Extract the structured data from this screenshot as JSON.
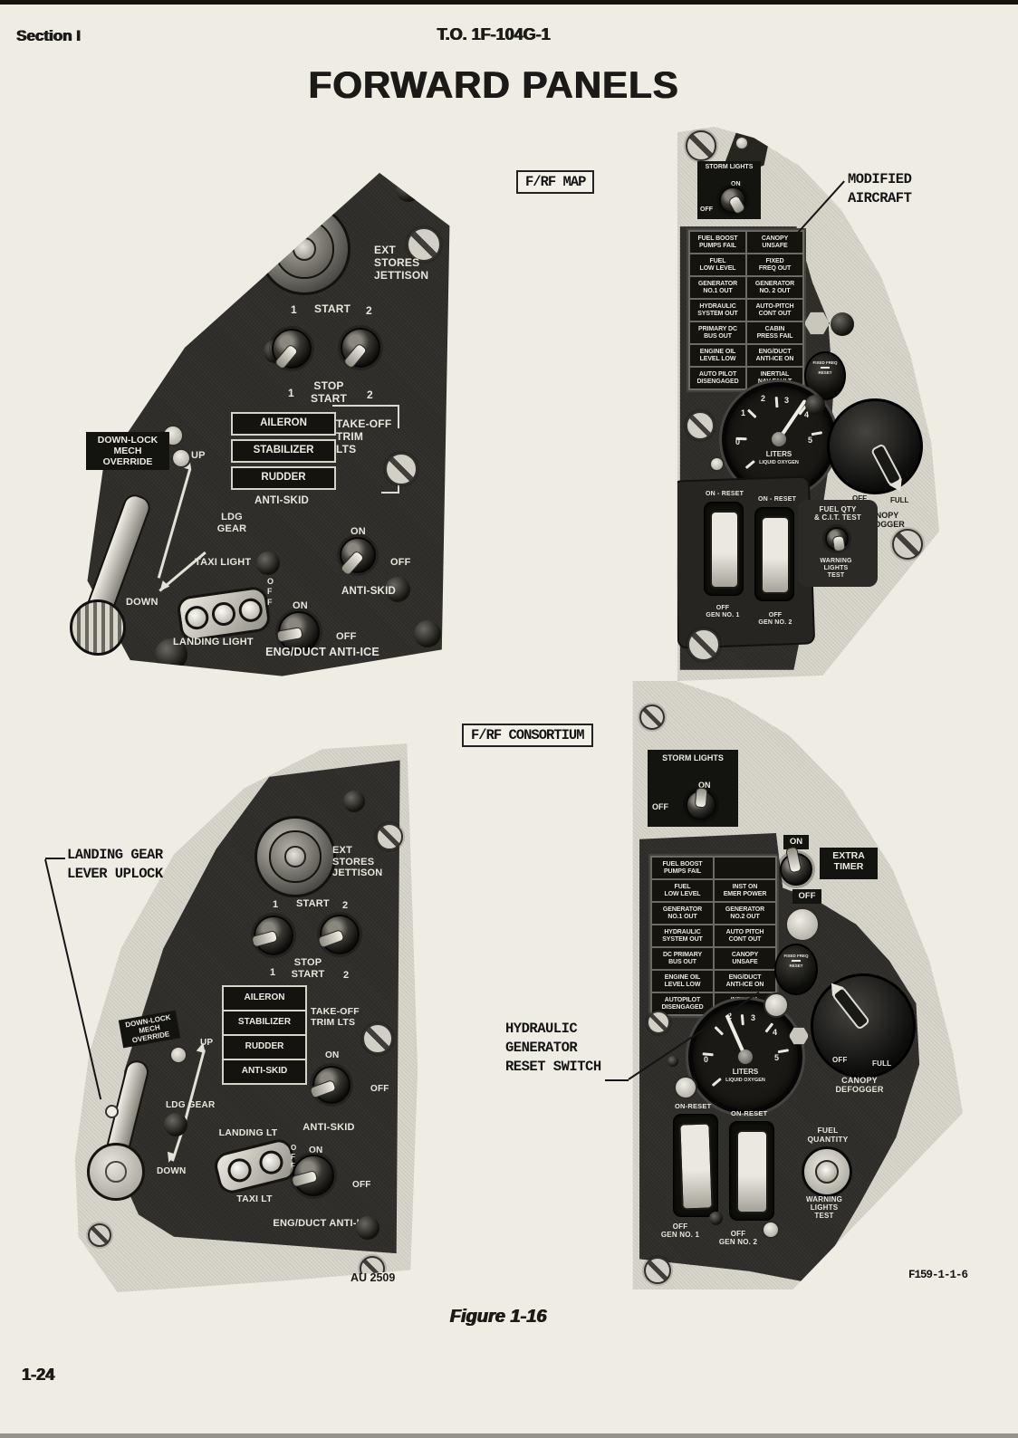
{
  "header": {
    "section": "Section I",
    "to_number": "T.O. 1F-104G-1",
    "title": "FORWARD PANELS"
  },
  "callouts": {
    "frf_map": "F/RF MAP",
    "frf_consortium": "F/RF CONSORTIUM",
    "modified_aircraft": "MODIFIED\nAIRCRAFT",
    "landing_gear_uplock": "LANDING GEAR\nLEVER UPLOCK",
    "hydraulic_reset": "HYDRAULIC\nGENERATOR\nRESET SWITCH"
  },
  "footer": {
    "figure": "Figure 1-16",
    "page": "1-24",
    "credit_left": "AU 2509",
    "credit_right": "F159-1-1-6"
  },
  "panel_map_console": {
    "ext_stores": "EXT\nSTORES\nJETTISON",
    "n1": "1",
    "start": "START",
    "n2": "2",
    "stop_start": "STOP\nSTART",
    "trim_lights": [
      "AILERON",
      "STABILIZER",
      "RUDDER",
      "ANTI-SKID"
    ],
    "takeoff_trim": "TAKE-OFF\nTRIM\nLTS",
    "downlock": "DOWN-LOCK\nMECH\nOVERRIDE",
    "up": "UP",
    "ldg_gear": "LDG\nGEAR",
    "down": "DOWN",
    "taxi_light": "TAXI LIGHT",
    "off_vert": "O\nF\nF",
    "landing_light": "LANDING LIGHT",
    "anti_skid": "ANTI-SKID",
    "on": "ON",
    "off": "OFF",
    "eng_duct": "ENG/DUCT ANTI-ICE"
  },
  "panel_map_right": {
    "storm_lights": "STORM LIGHTS",
    "on": "ON",
    "off": "OFF",
    "annunciator": [
      [
        "FUEL BOOST\nPUMPS FAIL",
        "CANOPY\nUNSAFE"
      ],
      [
        "FUEL\nLOW LEVEL",
        "FIXED\nFREQ OUT"
      ],
      [
        "GENERATOR\nNO.1 OUT",
        "GENERATOR\nNO. 2 OUT"
      ],
      [
        "HYDRAULIC\nSYSTEM OUT",
        "AUTO-PITCH\nCONT OUT"
      ],
      [
        "PRIMARY DC\nBUS OUT",
        "CABIN\nPRESS FAIL"
      ],
      [
        "ENGINE OIL\nLEVEL LOW",
        "ENG/DUCT\nANTI-ICE ON"
      ],
      [
        "AUTO PILOT\nDISENGAGED",
        "INERTIAL\nNAV FAULT"
      ]
    ],
    "fixed_freq": "FIXED FREQ",
    "reset": "RESET",
    "gauge": {
      "title": "LITERS",
      "subtitle": "LIQUID OXYGEN",
      "ticks": [
        "0",
        "1",
        "2",
        "3",
        "4",
        "5"
      ]
    },
    "defogger": {
      "off": "OFF",
      "full": "FULL",
      "label": "CANOPY\nDEFOGGER"
    },
    "on_reset": "ON - RESET",
    "gen1": "OFF\nGEN NO. 1",
    "gen2": "OFF\nGEN NO. 2",
    "fuel_qty": "FUEL QTY\n& C.I.T. TEST",
    "warning": "WARNING\nLIGHTS\nTEST"
  },
  "panel_con_console": {
    "ext_stores": "EXT\nSTORES\nJETTISON",
    "n1": "1",
    "start": "START",
    "n2": "2",
    "stop_start": "STOP\nSTART",
    "trim_lights": [
      "AILERON",
      "STABILIZER",
      "RUDDER",
      "ANTI-SKID"
    ],
    "takeoff_trim": "TAKE-OFF\nTRIM LTS",
    "downlock": "DOWN-LOCK\nMECH\nOVERRIDE",
    "up": "UP",
    "ldg_gear": "LDG GEAR",
    "down": "DOWN",
    "landing_lt": "LANDING LT",
    "off_vert": "O\nF\nF",
    "taxi_lt": "TAXI LT",
    "anti_skid": "ANTI-SKID",
    "on": "ON",
    "off": "OFF",
    "eng_duct": "ENG/DUCT ANTI-ICE"
  },
  "panel_con_right": {
    "storm_lights": "STORM LIGHTS",
    "on": "ON",
    "off": "OFF",
    "extra_timer": "EXTRA\nTIMER",
    "extra_on": "ON",
    "extra_off": "OFF",
    "annunciator": [
      [
        "FUEL BOOST\nPUMPS FAIL",
        ""
      ],
      [
        "FUEL\nLOW LEVEL",
        "INST ON\nEMER POWER"
      ],
      [
        "GENERATOR\nNO.1 OUT",
        "GENERATOR\nNO.2 OUT"
      ],
      [
        "HYDRAULIC\nSYSTEM OUT",
        "AUTO PITCH\nCONT OUT"
      ],
      [
        "DC PRIMARY\nBUS OUT",
        "CANOPY\nUNSAFE"
      ],
      [
        "ENGINE OIL\nLEVEL LOW",
        "ENG/DUCT\nANTI-ICE ON"
      ],
      [
        "AUTOPILOT\nDISENGAGED",
        "INERTIAL\nNAV FAULT"
      ]
    ],
    "fixed_freq": "FIXED FREQ",
    "reset": "RESET",
    "gauge": {
      "title": "LITERS",
      "subtitle": "LIQUID OXYGEN",
      "ticks": [
        "0",
        "2",
        "3",
        "4",
        "5"
      ]
    },
    "defogger": {
      "off": "OFF",
      "full": "FULL",
      "label": "CANOPY\nDEFOGGER"
    },
    "on_reset": "ON-RESET",
    "gen1": "OFF\nGEN NO. 1",
    "gen2": "OFF\nGEN NO. 2",
    "fuel_quantity": "FUEL\nQUANTITY",
    "warning": "WARNING\nLIGHTS\nTEST"
  },
  "colors": {
    "paper": "#efece4",
    "panel_dark": "#2e2c28",
    "panel_light": "#d8d5cb",
    "ink": "#141414"
  }
}
